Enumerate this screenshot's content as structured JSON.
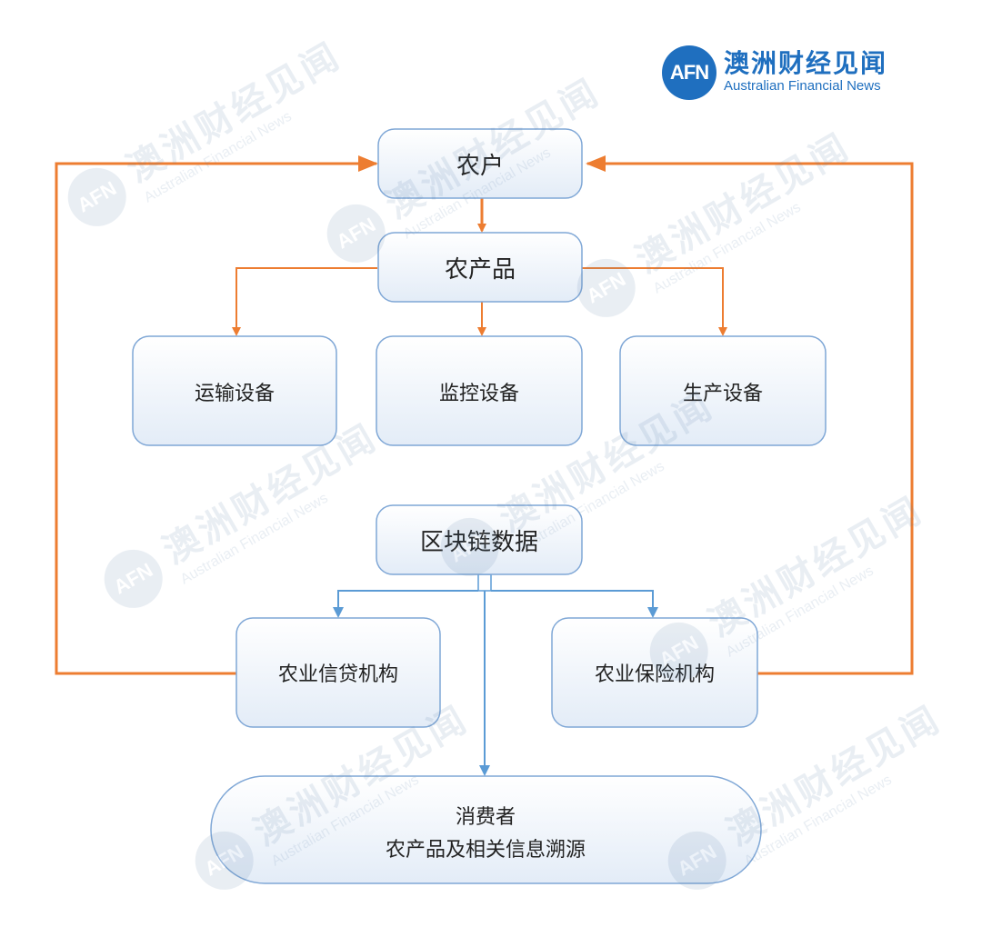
{
  "logo": {
    "mark": "AFN",
    "name_cn": "澳洲财经见闻",
    "name_en": "Australian Financial News"
  },
  "watermark": {
    "mark": "AFN",
    "name_cn": "澳洲财经见闻",
    "name_en": "Australian Financial News"
  },
  "nodes": {
    "farmer": "农户",
    "product": "农产品",
    "transport": "运输设备",
    "monitor": "监控设备",
    "production": "生产设备",
    "blockchain": "区块链数据",
    "credit": "农业信贷机构",
    "insurance": "农业保险机构",
    "consumer_line1": "消费者",
    "consumer_line2": "农产品及相关信息溯源"
  },
  "colors": {
    "orange_arrow": "#ed7d31",
    "blue_arrow": "#5b9bd5",
    "box_border": "#7fa7d6",
    "box_fill_top": "#ffffff",
    "box_fill_bottom": "#e3ecf7"
  }
}
